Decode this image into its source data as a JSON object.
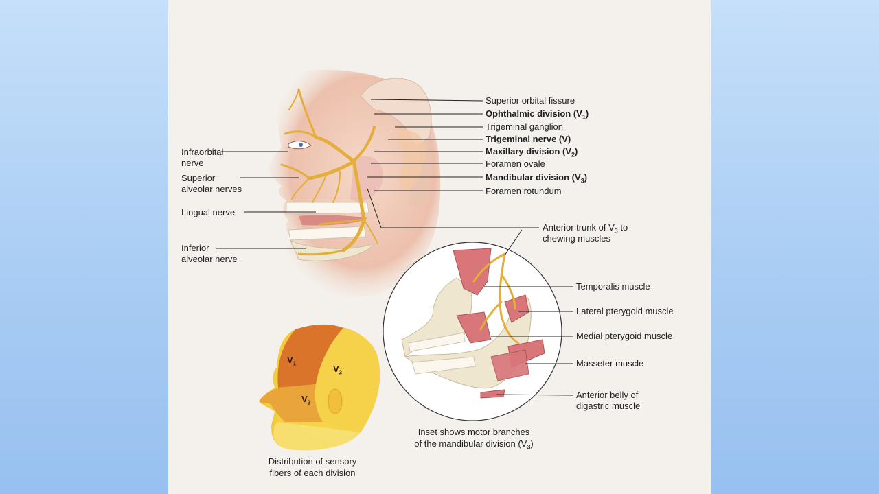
{
  "colors": {
    "background": "#a9cdf3",
    "panel": "#f4f1ec",
    "nerve": "#e8b84a",
    "skin": "#f0c9b8",
    "bone": "#efe6cf",
    "muscle": "#d9767a",
    "v1_region": "#d9742a",
    "v2_region": "#e9a53a",
    "v3_region": "#f6d24a"
  },
  "labels_right": {
    "superior_orbital_fissure": "Superior orbital fissure",
    "ophthalmic_division": {
      "text": "Ophthalmic division (V",
      "sub": "1",
      "end": ")"
    },
    "trigeminal_ganglion": "Trigeminal ganglion",
    "trigeminal_nerve": "Trigeminal nerve (V)",
    "maxillary_division": {
      "text": "Maxillary division (V",
      "sub": "2",
      "end": ")"
    },
    "foramen_ovale": "Foramen ovale",
    "mandibular_division": {
      "text": "Mandibular division (V",
      "sub": "3",
      "end": ")"
    },
    "foramen_rotundum": "Foramen rotundum",
    "anterior_trunk_line1": {
      "text": "Anterior trunk of V",
      "sub": "3",
      "end": " to"
    },
    "anterior_trunk_line2": "chewing muscles"
  },
  "labels_left": {
    "infraorbital_1": "Infraorbital",
    "infraorbital_2": "nerve",
    "superior_alveolar_1": "Superior",
    "superior_alveolar_2": "alveolar nerves",
    "lingual": "Lingual nerve",
    "inferior_alveolar_1": "Inferior",
    "inferior_alveolar_2": "alveolar nerve"
  },
  "inset_labels": {
    "temporalis": "Temporalis muscle",
    "lateral_pterygoid": "Lateral pterygoid muscle",
    "medial_pterygoid": "Medial pterygoid muscle",
    "masseter": "Masseter muscle",
    "digastric_1": "Anterior belly of",
    "digastric_2": "digastric muscle"
  },
  "captions": {
    "inset_1": "Inset shows motor branches",
    "inset_2": {
      "text": "of the mandibular division (V",
      "sub": "3",
      "end": ")"
    },
    "sensory_1": "Distribution of sensory",
    "sensory_2": "fibers of each division"
  },
  "regions": {
    "v1": {
      "text": "V",
      "sub": "1"
    },
    "v2": {
      "text": "V",
      "sub": "2"
    },
    "v3": {
      "text": "V",
      "sub": "3"
    }
  }
}
